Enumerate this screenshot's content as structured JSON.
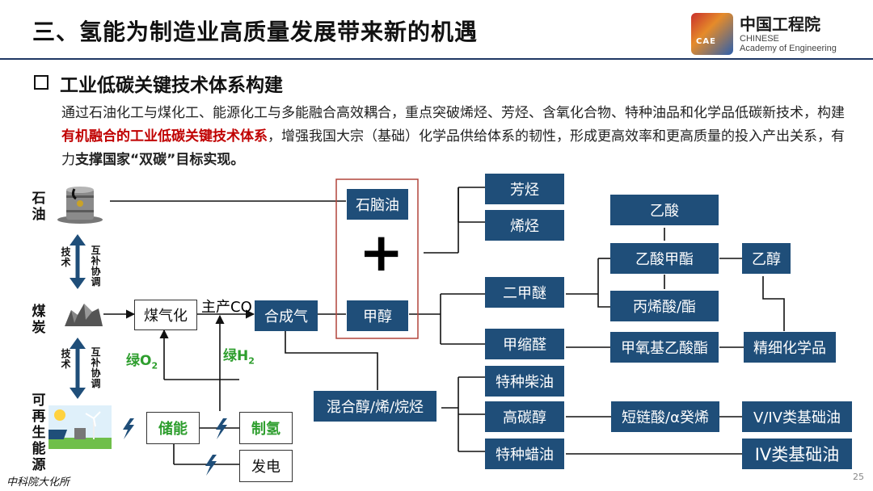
{
  "header": {
    "title": "三、氢能为制造业高质量发展带来新的机遇",
    "logo_cn": "中国工程院",
    "logo_en1": "CHINESE",
    "logo_en2": "Academy of Engineering",
    "logo_emblem": "CAE"
  },
  "section": {
    "heading": "工业低碳关键技术体系构建"
  },
  "paragraph": {
    "p1": "通过石油化工与煤化工、能源化工与多能融合高效耦合，重点突破烯烃、芳烃、含氧化合物、特种油品和化学品低碳新技术，构建",
    "p2_red": "有机融合的工业低碳关键技术体系",
    "p3": "，增强我国大宗（基础）化学品供给体系的韧性，形成更高效率和更高质量的投入产出关系，有力",
    "p4_bold": "支撑国家“双碳”目标实现。"
  },
  "diagram": {
    "sources": {
      "oil": "石油",
      "coal": "煤炭",
      "renewable": "可再生能源"
    },
    "coordination_tech": "技术",
    "coordination_mutual": "互补协调",
    "coal_gasification": "煤气化",
    "main_co": "主产CO",
    "green_o2": "绿O",
    "green_h2": "绿H",
    "subscript_2": "2",
    "storage": "储能",
    "hydrogen_production": "制氢",
    "power_generation": "发电",
    "syngas": "合成气",
    "naphtha": "石脑油",
    "methanol": "甲醇",
    "plus": "+",
    "aromatics": "芳烃",
    "olefins": "烯烃",
    "dme": "二甲醚",
    "methylal": "甲缩醛",
    "acetic_acid": "乙酸",
    "methyl_acetate": "乙酸甲酯",
    "ethanol": "乙醇",
    "acrylic": "丙烯酸/酯",
    "methoxy_acetate": "甲氧基乙酸酯",
    "fine_chem": "精细化学品",
    "mixed_alcohols": "混合醇/烯/烷烃",
    "special_diesel": "特种柴油",
    "high_carbon_alcohol": "高碳醇",
    "special_wax": "特种蜡油",
    "short_chain": "短链酸/α癸烯",
    "v_iv_base_oil": "V/IV类基础油",
    "iv_base_oil": "IV类基础油"
  },
  "footer": {
    "org": "中科院大化所",
    "page": "25"
  }
}
